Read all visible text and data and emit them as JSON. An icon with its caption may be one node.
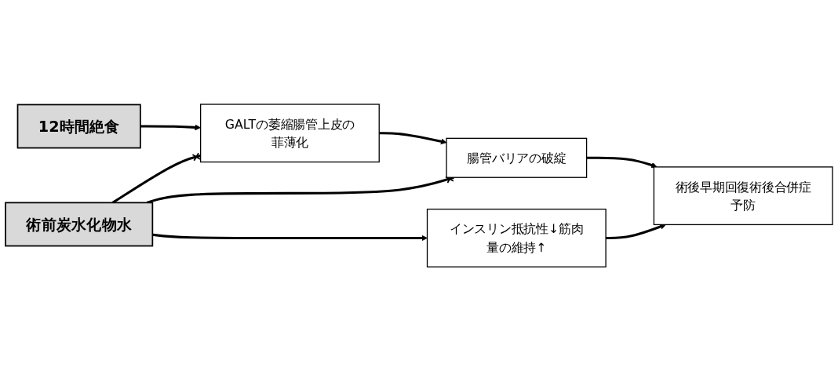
{
  "diagram": {
    "nodes": [
      {
        "text": [
          "12時間絶食"
        ]
      },
      {
        "text": [
          "GALTの萎縮腸管上皮の菲薄化"
        ]
      },
      {
        "text": [
          "腸管バリアの破綻"
        ]
      },
      {
        "text": [
          "術前炭水化物水"
        ]
      },
      {
        "text": [
          "インスリン抵抗性↓筋肉量の維持↑"
        ]
      },
      {
        "text": [
          "術後早期回復術後合併症予防"
        ]
      }
    ],
    "edges": [
      {
        "from": 0,
        "to": 1,
        "arrow": "to"
      },
      {
        "from": 1,
        "to": 2,
        "arrow": "to"
      },
      {
        "from": 3,
        "to": 1,
        "arrow": "other"
      },
      {
        "from": 3,
        "to": 2,
        "arrow": "other"
      },
      {
        "from": 2,
        "to": 5,
        "arrow": "to"
      },
      {
        "from": 3,
        "to": 4,
        "arrow": "to"
      },
      {
        "from": 4,
        "to": 5,
        "arrow": "to"
      }
    ]
  }
}
